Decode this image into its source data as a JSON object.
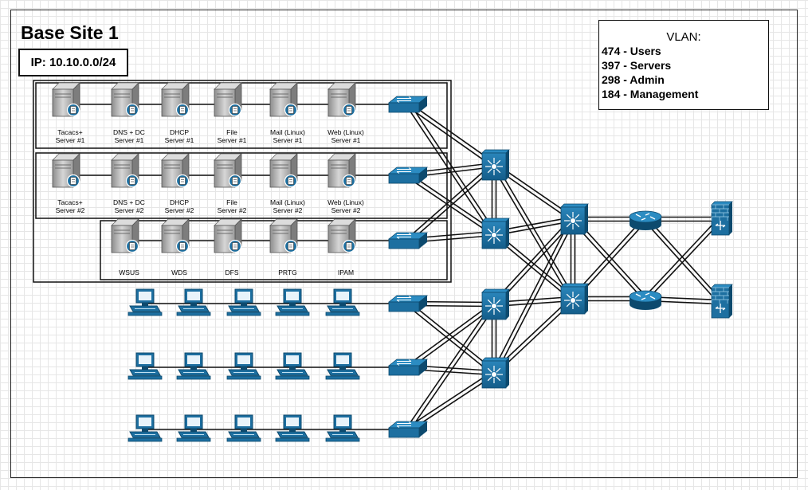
{
  "site": {
    "title": "Base Site 1",
    "ip": "IP: 10.10.0.0/24"
  },
  "vlan": {
    "title": "VLAN:",
    "entries": [
      "474 - Users",
      "397 - Servers",
      "298 - Admin",
      "184 - Management"
    ]
  },
  "servers": {
    "row1": [
      [
        "Tacacs+",
        "Server #1"
      ],
      [
        "DNS + DC",
        "Server #1"
      ],
      [
        "DHCP",
        "Server #1"
      ],
      [
        "File",
        "Server #1"
      ],
      [
        "Mail (Linux)",
        "Server #1"
      ],
      [
        "Web (Linux)",
        "Server #1"
      ]
    ],
    "row2": [
      [
        "Tacacs+",
        "Server #2"
      ],
      [
        "DNS + DC",
        "Server #2"
      ],
      [
        "DHCP",
        "Server #2"
      ],
      [
        "File",
        "Server #2"
      ],
      [
        "Mail (Linux)",
        "Server #2"
      ],
      [
        "Web (Linux)",
        "Server #2"
      ]
    ],
    "row3": [
      [
        "WSUS"
      ],
      [
        "WDS"
      ],
      [
        "DFS"
      ],
      [
        "PRTG"
      ],
      [
        "IPAM"
      ]
    ]
  },
  "colors": {
    "device_blue": "#1d6fa0",
    "device_dark": "#0d4a6e",
    "server_gray": "#a8a8a8",
    "line": "#111111"
  },
  "icons": {
    "server": "server-icon",
    "workstation": "workstation-icon",
    "switch": "switch-icon",
    "multilayer_switch": "multilayer-switch-icon",
    "router": "router-icon",
    "firewall": "firewall-icon"
  }
}
